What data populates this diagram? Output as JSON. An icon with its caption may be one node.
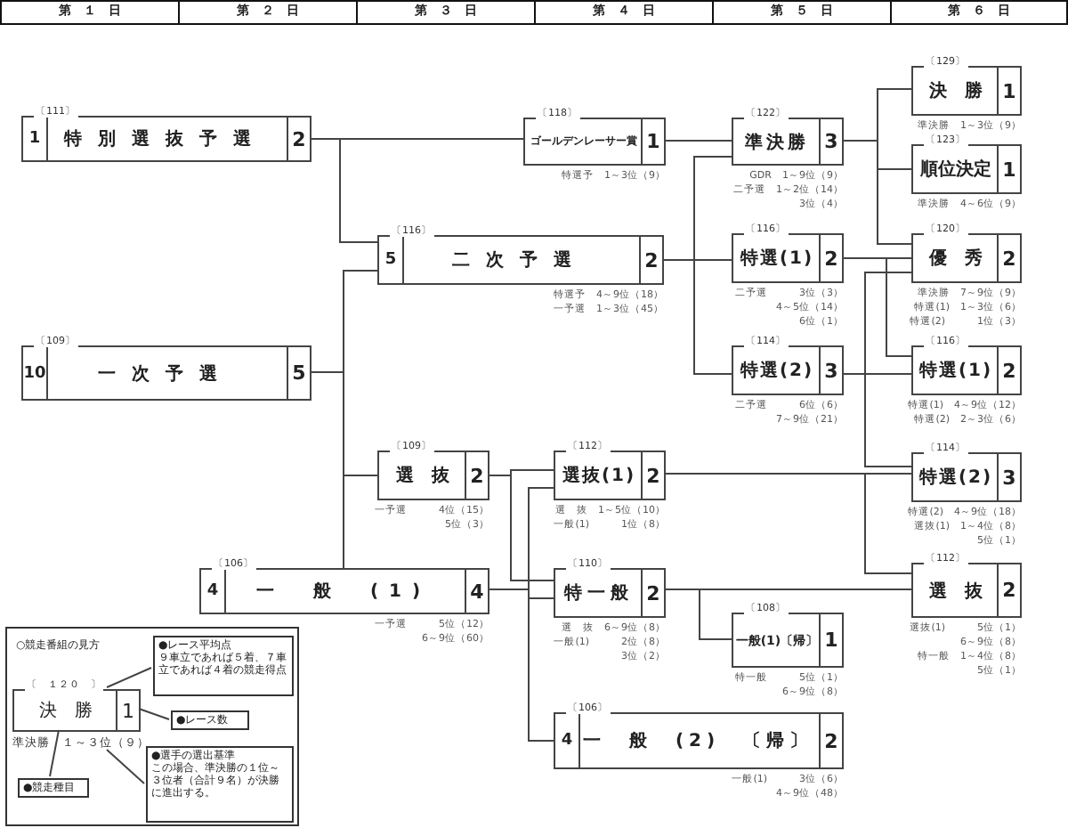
{
  "diagram": {
    "nodes": [
      {
        "text": [
          "〔111〕",
          "1",
          "特別選抜予選",
          "2"
        ]
      },
      {
        "text": [
          "〔118〕",
          "ゴールデンレーサー賞",
          "1"
        ],
        "beside": [
          "特選予　1～3位（9）"
        ]
      },
      {
        "text": [
          "〔122〕",
          "準決勝",
          "3"
        ],
        "beside": [
          "GDR　1～9位（9）",
          "二予選　1～2位（14）",
          "3位（4）"
        ]
      },
      {
        "text": [
          "〔129〕",
          "決　勝",
          "1"
        ],
        "beside": [
          "準決勝　1～3位（9）"
        ]
      },
      {
        "text": [
          "〔123〕",
          "順位決定",
          "1"
        ],
        "beside": [
          "準決勝　4～6位（9）"
        ]
      },
      {
        "text": [
          "〔116〕",
          "5",
          "二次予選",
          "2"
        ],
        "beside": [
          "特選予　4～9位（18）",
          "一予選　1～3位（45）"
        ]
      },
      {
        "text": [
          "〔116〕",
          "特選(1)",
          "2"
        ],
        "beside": [
          "二予選　　　3位（3）",
          "4～5位（14）",
          "6位（1）"
        ]
      },
      {
        "text": [
          "〔120〕",
          "優　秀",
          "2"
        ],
        "beside": [
          "準決勝　7～9位（9）",
          "特選(1)　1～3位（6）",
          "特選(2)　　　1位（3）"
        ]
      },
      {
        "text": [
          "〔109〕",
          "10",
          "一次予選",
          "5"
        ]
      },
      {
        "text": [
          "〔114〕",
          "特選(2)",
          "3"
        ],
        "beside": [
          "二予選　　　6位（6）",
          "7～9位（21）"
        ]
      },
      {
        "text": [
          "〔116〕",
          "特選(1)",
          "2"
        ],
        "beside": [
          "特選(1)　4～9位（12）",
          "特選(2)　2～3位（6）"
        ]
      },
      {
        "text": [
          "〔109〕",
          "選　抜",
          "2"
        ],
        "beside": [
          "一予選　　　4位（15）",
          "5位（3）"
        ]
      },
      {
        "text": [
          "〔112〕",
          "選抜(1)",
          "2"
        ],
        "beside": [
          "選　抜　1～5位（10）",
          "一般(1)　　　1位（8）"
        ]
      },
      {
        "text": [
          "〔114〕",
          "特選(2)",
          "3"
        ],
        "beside": [
          "特選(2)　4～9位（18）",
          "選抜(1)　1～4位（8）",
          "5位（1）"
        ]
      },
      {
        "text": [
          "〔106〕",
          "4",
          "一　般　(1)",
          "4"
        ],
        "beside": [
          "一予選　　　5位（12）",
          "6～9位（60）"
        ]
      },
      {
        "text": [
          "〔110〕",
          "特一般",
          "2"
        ],
        "beside": [
          "選　抜　6～9位（8）",
          "一般(1)　　　2位（8）",
          "3位（2）"
        ]
      },
      {
        "text": [
          "〔112〕",
          "選　抜",
          "2"
        ],
        "beside": [
          "選抜(1)　　　5位（1）",
          "6～9位（8）",
          "特一般　1～4位（8）",
          "5位（1）"
        ]
      },
      {
        "text": [
          "〔108〕",
          "一般(1)〔帰〕",
          "1"
        ],
        "beside": [
          "特一般　　　5位（1）",
          "6～9位（8）"
        ]
      },
      {
        "text": [
          "〔106〕",
          "4",
          "一　般　(2)　〔帰〕",
          "2"
        ],
        "beside": [
          "一般(1)　　　3位（6）",
          "4～9位（48）"
        ]
      },
      {
        "text": [
          "○競走番組の見方"
        ]
      },
      {
        "text": [
          "〔　１２０　〕",
          "決　勝",
          "1"
        ],
        "beside": [
          "準決勝　１～３位（９）"
        ],
        "in": 19
      },
      {
        "text": [
          "●レース平均点",
          "９車立であれば５着、７車立であれば４着の競走得点"
        ],
        "in": 19
      },
      {
        "text": [
          "●レース数"
        ],
        "in": 19
      },
      {
        "text": [
          "●競走種目"
        ],
        "in": 19
      },
      {
        "text": [
          "●選手の選出基準",
          "この場合、準決勝の１位～３位者（合計９名）が決勝に進出する。"
        ],
        "in": 19
      }
    ],
    "edges": [
      {
        "from": 0,
        "to": 1,
        "arrow": "none"
      },
      {
        "from": 0,
        "to": 5,
        "arrow": "none"
      },
      {
        "from": 8,
        "to": 5,
        "arrow": "none"
      },
      {
        "from": 8,
        "to": 11,
        "arrow": "none"
      },
      {
        "from": 8,
        "to": 14,
        "arrow": "none"
      },
      {
        "from": 1,
        "to": 2,
        "arrow": "none"
      },
      {
        "from": 5,
        "to": 2,
        "arrow": "none"
      },
      {
        "from": 5,
        "to": 6,
        "arrow": "none"
      },
      {
        "from": 5,
        "to": 9,
        "arrow": "none"
      },
      {
        "from": 2,
        "to": 3,
        "arrow": "none"
      },
      {
        "from": 2,
        "to": 4,
        "arrow": "none"
      },
      {
        "from": 2,
        "to": 7,
        "arrow": "none"
      },
      {
        "from": 6,
        "to": 7,
        "arrow": "none"
      },
      {
        "from": 6,
        "to": 10,
        "arrow": "none"
      },
      {
        "from": 9,
        "to": 7,
        "arrow": "none"
      },
      {
        "from": 9,
        "to": 10,
        "arrow": "none"
      },
      {
        "from": 9,
        "to": 13,
        "arrow": "none"
      },
      {
        "from": 11,
        "to": 12,
        "arrow": "none"
      },
      {
        "from": 11,
        "to": 15,
        "arrow": "none"
      },
      {
        "from": 14,
        "to": 12,
        "arrow": "none"
      },
      {
        "from": 14,
        "to": 15,
        "arrow": "none"
      },
      {
        "from": 14,
        "to": 18,
        "arrow": "none"
      },
      {
        "from": 12,
        "to": 13,
        "arrow": "none"
      },
      {
        "from": 12,
        "to": 16,
        "arrow": "none"
      },
      {
        "from": 15,
        "to": 16,
        "arrow": "none"
      },
      {
        "from": 15,
        "to": 17,
        "arrow": "none"
      },
      {
        "from": 21,
        "to": 20,
        "arrow": "none"
      },
      {
        "from": 22,
        "to": 20,
        "arrow": "none"
      },
      {
        "from": 23,
        "to": 20,
        "arrow": "none"
      },
      {
        "from": 24,
        "to": 20,
        "arrow": "none"
      }
    ],
    "labels": [
      "第　１　日",
      "第　２　日",
      "第　３　日",
      "第　４　日",
      "第　５　日",
      "第　６　日"
    ]
  }
}
